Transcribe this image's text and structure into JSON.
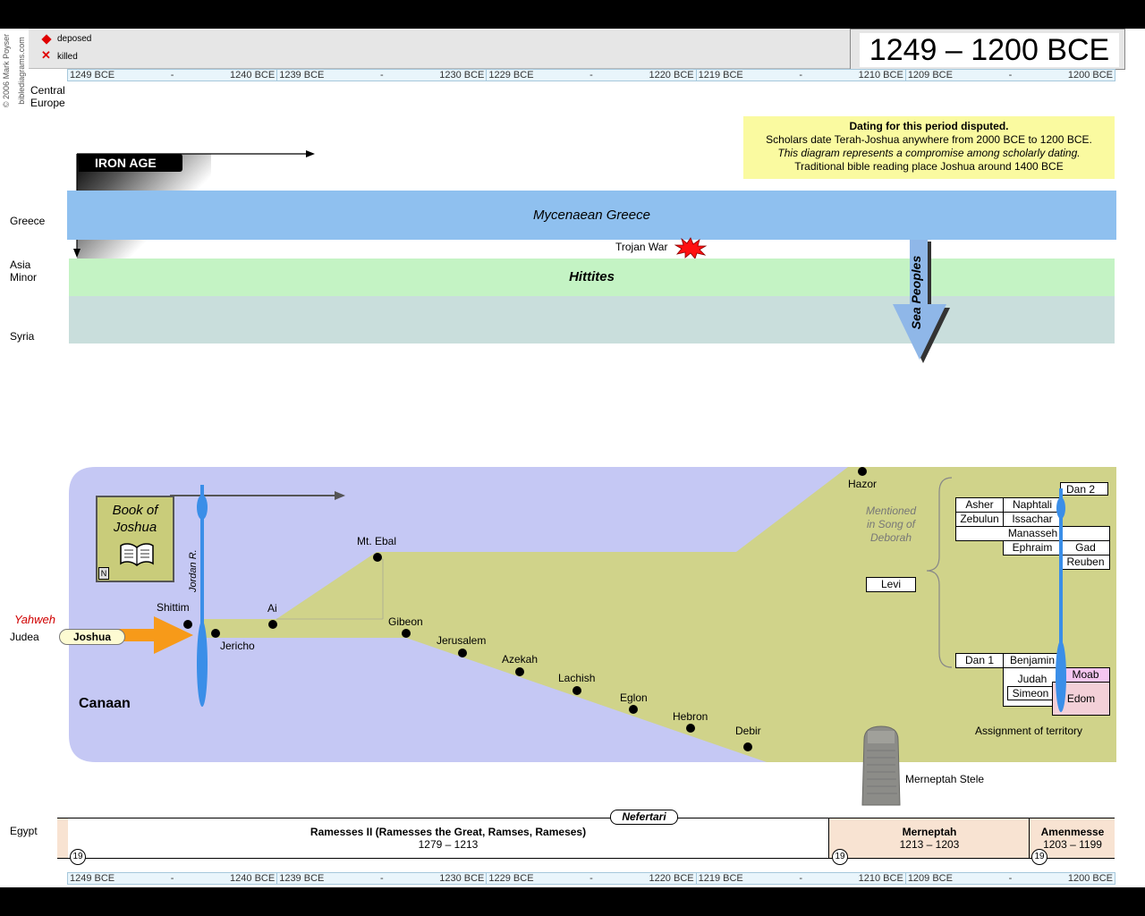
{
  "credit": {
    "line1": "© 2006 Mark Poyser",
    "line2": "biblediagrams.com"
  },
  "legend": [
    {
      "label": "deposed",
      "icon": "red-diamond-icon",
      "color": "#e00000"
    },
    {
      "label": "killed",
      "icon": "red-x-icon",
      "color": "#e00000"
    }
  ],
  "title": "1249 – 1200 BCE",
  "ruler": [
    {
      "start": "1249 BCE",
      "mid": "-",
      "end": "1240 BCE"
    },
    {
      "start": "1239 BCE",
      "mid": "-",
      "end": "1230 BCE"
    },
    {
      "start": "1229 BCE",
      "mid": "-",
      "end": "1220 BCE"
    },
    {
      "start": "1219 BCE",
      "mid": "-",
      "end": "1210 BCE"
    },
    {
      "start": "1209 BCE",
      "mid": "-",
      "end": "1200 BCE"
    }
  ],
  "regions": {
    "central_europe_1": "Central",
    "central_europe_2": "Europe",
    "greece": "Greece",
    "asia_minor_1": "Asia",
    "asia_minor_2": "Minor",
    "syria": "Syria",
    "judea": "Judea",
    "egypt": "Egypt"
  },
  "note": {
    "title": "Dating for this period disputed.",
    "line1": "Scholars date Terah-Joshua anywhere from 2000 BCE to 1200 BCE.",
    "line2": "This diagram represents a compromise among scholarly dating.",
    "line3": "Traditional bible reading place Joshua around 1400 BCE"
  },
  "iron_age": "IRON AGE",
  "bands": {
    "greece": "Mycenaean Greece",
    "hittites": "Hittites"
  },
  "events": {
    "trojan_war": "Trojan War",
    "sea_peoples": "Sea Peoples"
  },
  "canaan": {
    "label": "Canaan",
    "book": "Book of Joshua",
    "book_line1": "Book of",
    "book_line2": "Joshua",
    "book_badge": "N",
    "river": "Jordan R.",
    "yahweh": "Yahweh",
    "joshua": "Joshua",
    "places": {
      "shittim": "Shittim",
      "jericho": "Jericho",
      "ai": "Ai",
      "mt_ebal": "Mt. Ebal",
      "gibeon": "Gibeon",
      "jerusalem": "Jerusalem",
      "azekah": "Azekah",
      "lachish": "Lachish",
      "eglon": "Eglon",
      "hebron": "Hebron",
      "debir": "Debir",
      "hazor": "Hazor"
    },
    "song_deborah_1": "Mentioned",
    "song_deborah_2": "in Song of",
    "song_deborah_3": "Deborah",
    "tribes": {
      "dan2": "Dan 2",
      "asher": "Asher",
      "naphtali": "Naphtali",
      "zebulun": "Zebulun",
      "issachar": "Issachar",
      "manasseh": "Manasseh",
      "ephraim": "Ephraim",
      "gad": "Gad",
      "reuben": "Reuben",
      "levi": "Levi",
      "dan1": "Dan 1",
      "benjamin": "Benjamin",
      "judah": "Judah",
      "simeon": "Simeon",
      "moab": "Moab",
      "edom": "Edom"
    },
    "assignment": "Assignment of territory",
    "stele": "Merneptah Stele"
  },
  "egypt": {
    "queen": "Nefertari",
    "pharaohs": [
      {
        "name": "Ramesses II  (Ramesses the Great, Ramses, Rameses)",
        "dates": "1279 – 1213",
        "dynasty": "19"
      },
      {
        "name": "Merneptah",
        "dates": "1213 – 1203",
        "dynasty": "19"
      },
      {
        "name": "Amenmesse",
        "dates": "1203 – 1199",
        "dynasty": "19"
      }
    ]
  }
}
